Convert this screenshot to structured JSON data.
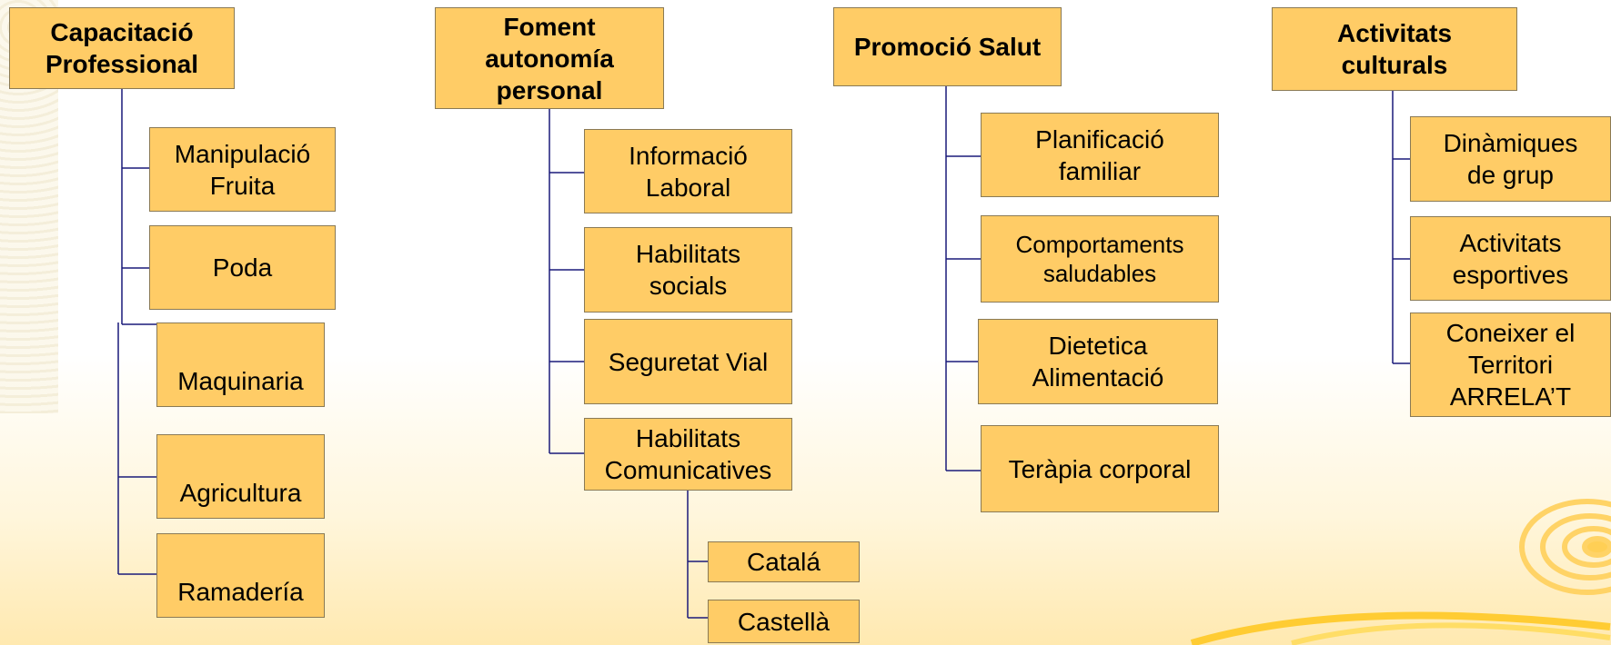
{
  "columns": [
    {
      "header": "Capacitació\nProfessional",
      "items": [
        "Manipulació\nFruita",
        "Poda",
        "Maquinaria",
        "Agricultura",
        "Ramadería"
      ]
    },
    {
      "header": "Foment\nautonomía\npersonal",
      "items": [
        "Informació\nLaboral",
        "Habilitats\nsocials",
        "Seguretat Vial",
        "Habilitats\nComunicatives"
      ],
      "subitems": [
        "Catalá",
        "Castellà"
      ]
    },
    {
      "header": "Promoció Salut",
      "items": [
        "Planificació\nfamiliar",
        "Comportaments\nsaludables",
        "Dietetica\nAlimentació",
        "Teràpia corporal"
      ]
    },
    {
      "header": "Activitats\nculturals",
      "items": [
        "Dinàmiques\nde grup",
        "Activitats\nesportives",
        "Coneixer el\nTerritori\nARRELA’T"
      ]
    }
  ],
  "colors": {
    "box_fill": "#ffcc66",
    "connector": "#1a1a7a"
  }
}
